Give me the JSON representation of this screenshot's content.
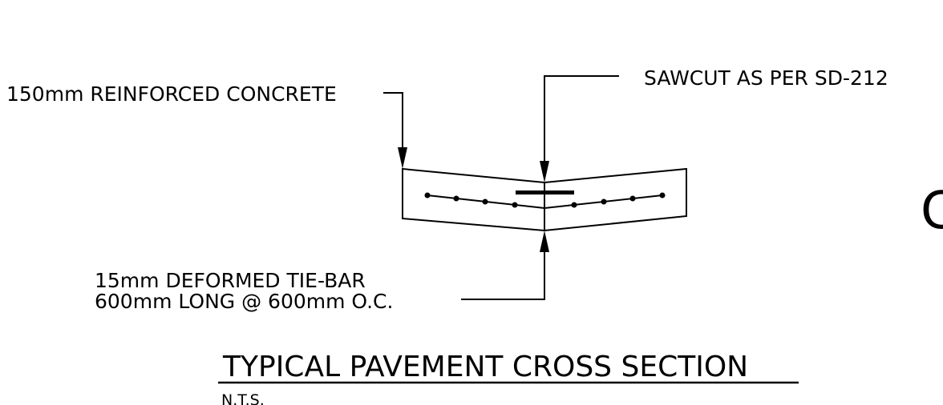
{
  "labels": {
    "concrete": "150mm REINFORCED CONCRETE",
    "sawcut": "SAWCUT AS PER SD-212",
    "tiebar_line1": "15mm DEFORMED TIE-BAR",
    "tiebar_line2": "600mm LONG @ 600mm O.C."
  },
  "title": {
    "main": "TYPICAL PAVEMENT CROSS SECTION",
    "scale_note": "N.T.S."
  },
  "edge_glyph": "C",
  "colors": {
    "ink": "#000000",
    "paper": "#ffffff"
  }
}
